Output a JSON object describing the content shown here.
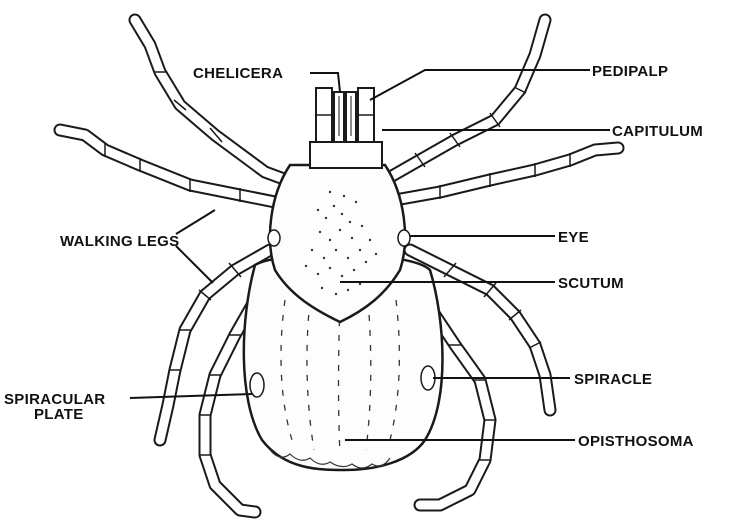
{
  "labels": {
    "chelicera": "CHELICERA",
    "pedipalp": "PEDIPALP",
    "capitulum": "CAPITULUM",
    "eye": "EYE",
    "walking_legs": "WALKING LEGS",
    "scutum": "SCUTUM",
    "spiracle": "SPIRACLE",
    "spiracular_plate_line1": "SPIRACULAR",
    "spiracular_plate_line2": "PLATE",
    "opisthosoma": "OPISTHOSOMA"
  }
}
